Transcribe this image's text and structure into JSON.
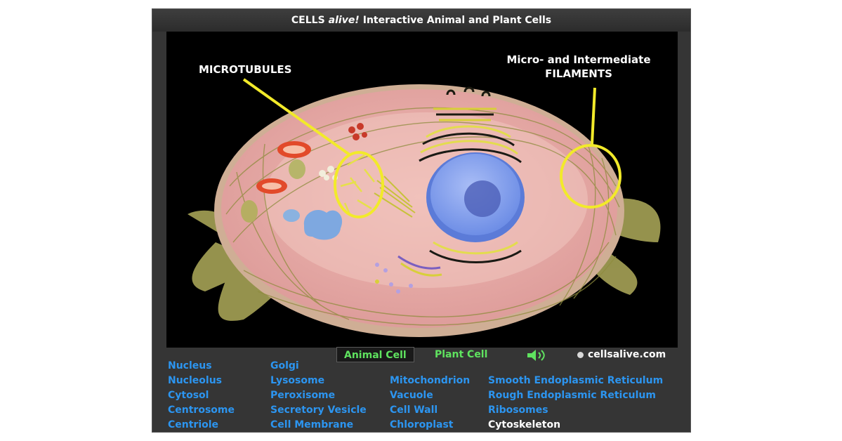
{
  "window": {
    "title_pre": "CELLS",
    "title_italic": "alive!",
    "title_post": "Interactive Animal and Plant Cells"
  },
  "callouts": {
    "microtubules": "MICROTUBULES",
    "filaments_line1": "Micro- and Intermediate",
    "filaments_line2": "FILAMENTS"
  },
  "tabs": {
    "animal": "Animal Cell",
    "plant": "Plant Cell",
    "active": "Animal Cell"
  },
  "sound_icon": "speaker-icon",
  "site": "cellsalive.com",
  "links": {
    "col1": [
      "Nucleus",
      "Nucleolus",
      "Cytosol",
      "Centrosome",
      "Centriole"
    ],
    "col2": [
      "Golgi",
      "Lysosome",
      "Peroxisome",
      "Secretory Vesicle",
      "Cell Membrane"
    ],
    "col3": [
      "Mitochondrion",
      "Vacuole",
      "Cell Wall",
      "Chloroplast"
    ],
    "col4": [
      "Smooth Endoplasmic Reticulum",
      "Rough Endoplasmic Reticulum",
      "Ribosomes",
      "Cytoskeleton"
    ],
    "selected": "Cytoskeleton"
  },
  "colors": {
    "link": "#2c95f0",
    "link_selected": "#ffffff",
    "tab_text": "#5fe35f",
    "highlight": "#f2ea2a",
    "cytoplasm": "#e8a9a6",
    "membrane": "#d8c0a8",
    "outer_filaments": "#a7a35a",
    "nucleus": "#8aa6ef"
  }
}
